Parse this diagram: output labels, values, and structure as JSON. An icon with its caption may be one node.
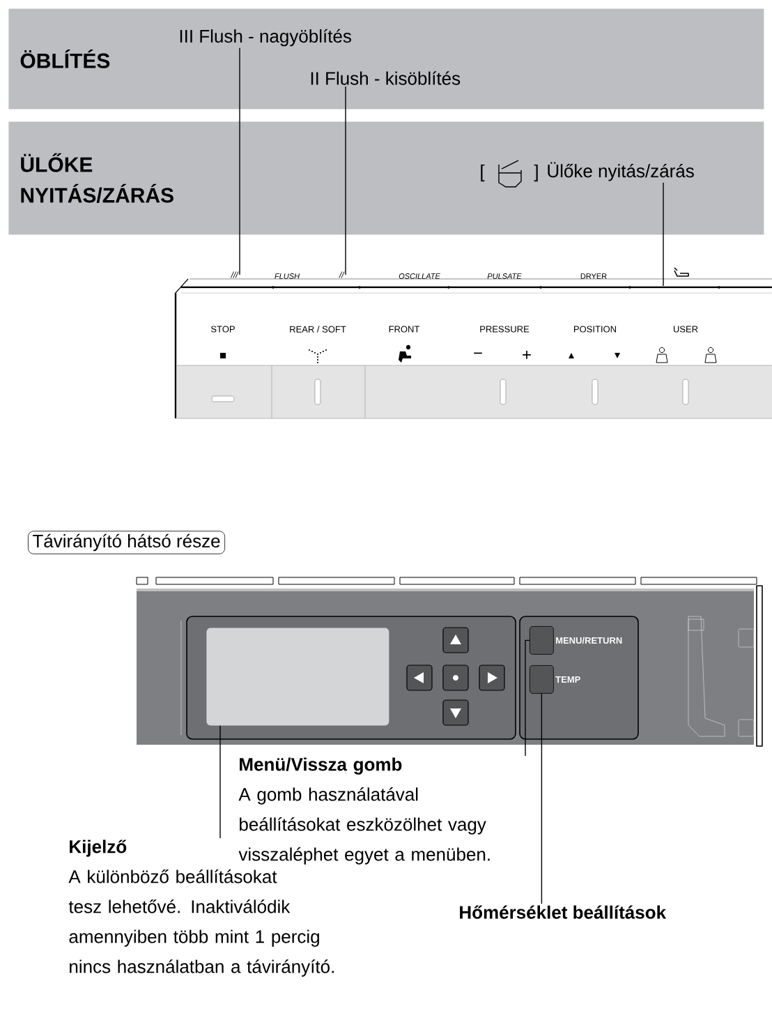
{
  "diagram": {
    "nodes": [
      {
        "text": [
          "ÖBLÍTÉS"
        ]
      },
      {
        "text": [
          "III Flush - nagyöblítés"
        ],
        "in": 0
      },
      {
        "text": [
          "II Flush - kisöblítés"
        ],
        "in": 0
      },
      {
        "text": [
          "ÜLŐKE NYITÁS/ZÁRÁS"
        ]
      },
      {
        "text": [
          "Ülőke nyitás/zárás"
        ],
        "in": 3
      },
      {
        "text": [
          "///"
        ]
      },
      {
        "text": [
          "//"
        ]
      },
      {
        "text": [
          "Távirányító hátsó része"
        ]
      },
      {
        "text": [],
        "shape": "box"
      },
      {
        "text": [],
        "shape": "box",
        "beside": [
          "MENU/RETURN"
        ]
      },
      {
        "text": [],
        "shape": "box",
        "beside": [
          "TEMP"
        ]
      },
      {
        "text": [
          "Menü/Vissza gomb",
          "A gomb használatával beállításokat eszközölhet vagy visszaléphet egyet a menüben."
        ]
      },
      {
        "text": [
          "Kijelző",
          "A különböző beállításokat tesz lehetővé. Inaktiválódik amennyiben több mint 1 percig nincs használatban a távirányító."
        ]
      },
      {
        "text": [
          "Hőmérséklet beállítások"
        ]
      }
    ],
    "edges": [
      {
        "from": 1,
        "to": 5,
        "arrow": "none"
      },
      {
        "from": 2,
        "to": 6,
        "arrow": "none"
      },
      {
        "from": 4,
        "to": null,
        "arrow": "none"
      },
      {
        "from": 11,
        "to": 9,
        "arrow": "none"
      },
      {
        "from": 12,
        "to": 8,
        "arrow": "none"
      },
      {
        "from": 13,
        "to": 10,
        "arrow": "none"
      }
    ],
    "labels": [
      "[",
      "]",
      "FLUSH",
      "OSCILLATE",
      "PULSATE",
      "DRYER",
      "STOP",
      "REAR / SOFT",
      "FRONT",
      "PRESSURE",
      "POSITION",
      "USER",
      "−",
      "+"
    ]
  }
}
